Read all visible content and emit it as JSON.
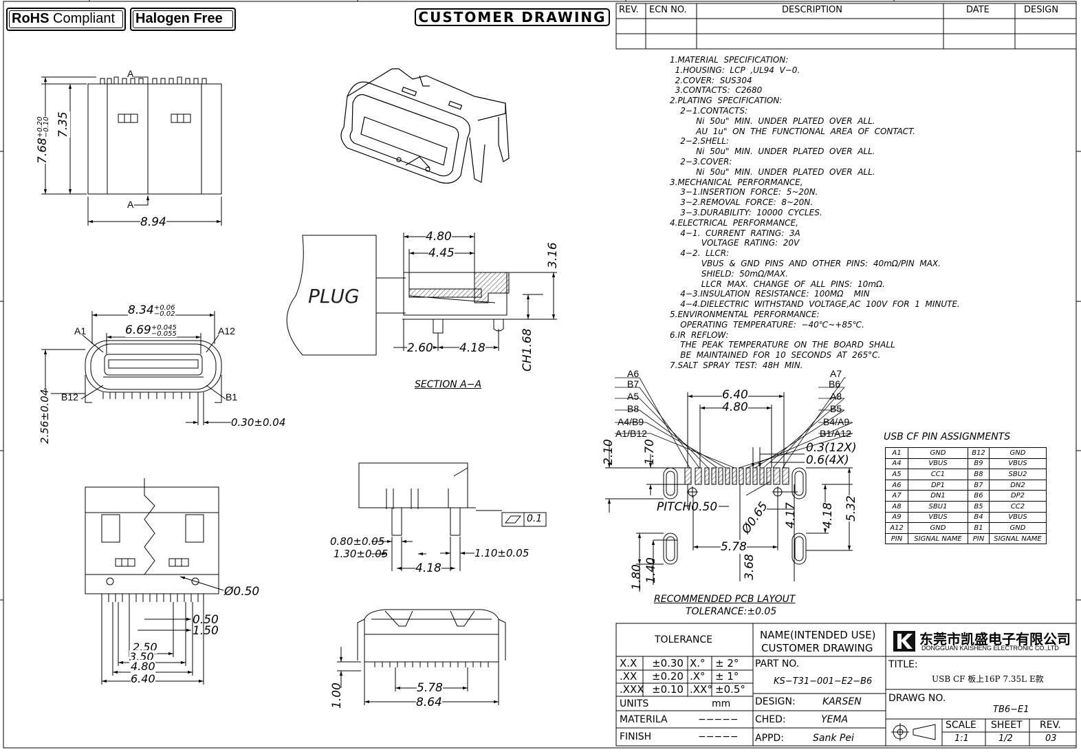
{
  "header": {
    "rohs": "RoHS Compliant",
    "rohs_bold": "RoHS",
    "rohs_rest": "Compliant",
    "halogen": "Halogen Free",
    "title": "CUSTOMER DRAWING"
  },
  "revision_table": {
    "headers": [
      "REV.",
      "ECN NO.",
      "DESCRIPTION",
      "DATE",
      "DESIGN"
    ]
  },
  "notes": [
    "1.MATERIAL  SPECIFICATION:",
    "  1.HOUSING:  LCP  ,UL94  V−0.",
    "  2.COVER:  SUS304",
    "  3.CONTACTS:  C2680",
    "2.PLATING  SPECIFICATION:",
    "    2−1.CONTACTS:",
    "          Ni  50u\"  MIN.  UNDER  PLATED  OVER  ALL.",
    "          AU  1u\"  ON  THE  FUNCTIONAL  AREA  OF  CONTACT.",
    "    2−2.SHELL:",
    "          Ni  50u\"  MIN.  UNDER  PLATED  OVER  ALL.",
    "    2−3.COVER:",
    "          Ni  50u\"  MIN.  UNDER  PLATED  OVER  ALL.",
    "3.MECHANICAL  PERFORMANCE,",
    "    3−1.INSERTION  FORCE:  5~20N.",
    "    3−2.REMOVAL  FORCE:  8~20N.",
    "    3−3.DURABILITY:  10000  CYCLES.",
    "4.ELECTRICAL  PERFORMANCE,",
    "    4−1.  CURRENT  RATING:  3A",
    "            VOLTAGE  RATING:  20V",
    "    4−2.  LLCR:",
    "            VBUS  &  GND  PINS  AND  OTHER  PINS:  40mΩ/PIN  MAX.",
    "            SHIELD:  50mΩ/MAX.",
    "            LLCR  MAX.  CHANGE  OF  ALL  PINS:  10mΩ.",
    "    4−3.INSULATION  RESISTANCE:  100MΩ    MIN",
    "    4−4.DIELECTRIC  WITHSTAND  VOLTAGE,AC  100V  FOR  1  MINUTE.",
    "5.ENVIRONMENTAL  PERFORMANCE:",
    "    OPERATING  TEMPERATURE:  −40℃~+85℃.",
    "6.IR  REFLOW:",
    "    THE  PEAK  TEMPERATURE  ON  THE  BOARD  SHALL",
    "    BE  MAINTAINED  FOR  10  SECONDS  AT  265°C.",
    "7.SALT  SPRAY  TEST:  48H  MIN."
  ],
  "dims": {
    "top_width": "8.94",
    "top_height": "7.35",
    "top_height_total": "7.68",
    "top_tol_plus": "+0.20",
    "top_tol_minus": "−0.10",
    "section_marker": "A",
    "front_width": "8.34",
    "front_width_plus": "+0.06",
    "front_width_minus": "−0.02",
    "front_inner": "6.69",
    "front_inner_plus": "+0.045",
    "front_inner_minus": "−0.055",
    "front_height": "2.56±0.04",
    "pin_width": "0.30±0.04",
    "sec_480": "4.80",
    "sec_445": "4.45",
    "sec_316": "3.16",
    "sec_260": "2.60",
    "sec_418": "4.18",
    "sec_ch": "CH1.68",
    "plug": "PLUG",
    "section_caption": "SECTION  A−A",
    "side_080": "0.80±0.05",
    "side_130": "1.30±0.05",
    "side_110": "1.10±0.05",
    "side_418": "4.18",
    "flatness": "0.1",
    "bot_050": "0.50",
    "bot_150": "1.50",
    "bot_250": "2.50",
    "bot_350": "3.50",
    "bot_480": "4.80",
    "bot_640": "6.40",
    "bot_dia": "Ø0.50",
    "rear_578": "5.78",
    "rear_864": "8.64",
    "rear_100": "1.00",
    "pcb_640": "6.40",
    "pcb_480": "4.80",
    "pcb_210": "2.10",
    "pcb_170": "1.70",
    "pcb_03": "0.3(12X)",
    "pcb_06": "0.6(4X)",
    "pcb_pitch": "PITCH0.50",
    "pcb_dia": "Ø0.65",
    "pcb_417": "4.17",
    "pcb_418": "4.18",
    "pcb_532": "5.32",
    "pcb_578": "5.78",
    "pcb_368": "3.68",
    "pcb_180": "1.80",
    "pcb_140": "1.40",
    "pcb_caption": "RECOMMENDED  PCB  LAYOUT",
    "pcb_tol": "TOLERANCE:±0.05"
  },
  "pin_labels": {
    "front": {
      "a1": "A1",
      "a12": "A12",
      "b12": "B12",
      "b1": "B1"
    },
    "left": [
      "A6",
      "B7",
      "A5",
      "B8",
      "A4/B9",
      "A1/B12"
    ],
    "right": [
      "A7",
      "B6",
      "A8",
      "B5",
      "B4/A9",
      "B1/A12"
    ]
  },
  "pin_table": {
    "title": "USB  CF  PIN  ASSIGNMENTS",
    "rows": [
      [
        "A1",
        "GND",
        "B12",
        "GND"
      ],
      [
        "A4",
        "VBUS",
        "B9",
        "VBUS"
      ],
      [
        "A5",
        "CC1",
        "B8",
        "SBU2"
      ],
      [
        "A6",
        "DP1",
        "B7",
        "DN2"
      ],
      [
        "A7",
        "DN1",
        "B6",
        "DP2"
      ],
      [
        "A8",
        "SBU1",
        "B5",
        "CC2"
      ],
      [
        "A9",
        "VBUS",
        "B4",
        "VBUS"
      ],
      [
        "A12",
        "GND",
        "B1",
        "GND"
      ],
      [
        "PIN",
        "SIGNAL NAME",
        "PIN",
        "SIGNAL NAME"
      ]
    ]
  },
  "title_block": {
    "tolerance": "TOLERANCE",
    "tol_rows": [
      [
        "X.X",
        "±0.30",
        "X.°",
        "±  2°"
      ],
      [
        ".XX",
        "±0.20",
        ".X°",
        "±  1°"
      ],
      [
        ".XXX",
        "±0.10",
        ".XX°",
        "±0.5°"
      ]
    ],
    "units_label": "UNITS",
    "units_value": "mm",
    "material_label": "MATERILA",
    "material_value": "−−−−−",
    "finish_label": "FINISH",
    "finish_value": "−−−−−",
    "name_label": "NAME(INTENDED  USE)",
    "name_value": "CUSTOMER  DRAWING",
    "part_label": "PART  NO.",
    "part_value": "KS−T31−001−E2−B6",
    "design_label": "DESIGN:",
    "design_value": "KARSEN",
    "ched_label": "CHED:",
    "ched_value": "YEMA",
    "appd_label": "APPD:",
    "appd_value": "Sank  Pei",
    "company_cn": "东莞市凯盛电子有限公司",
    "company_en": "DONGGUAN KAISHENG ELECTRONIC CO.,LTD",
    "logo_letter": "K",
    "title_label": "TITLE:",
    "title_value": "USB  CF  板上16P  7.35L  E款",
    "drawg_label": "DRAWG  NO.",
    "drawg_value": "TB6−E1",
    "scale_label": "SCALE",
    "scale_value": "1:1",
    "sheet_label": "SHEET",
    "sheet_value": "1/2",
    "rev_label": "REV.",
    "rev_value": "03"
  }
}
